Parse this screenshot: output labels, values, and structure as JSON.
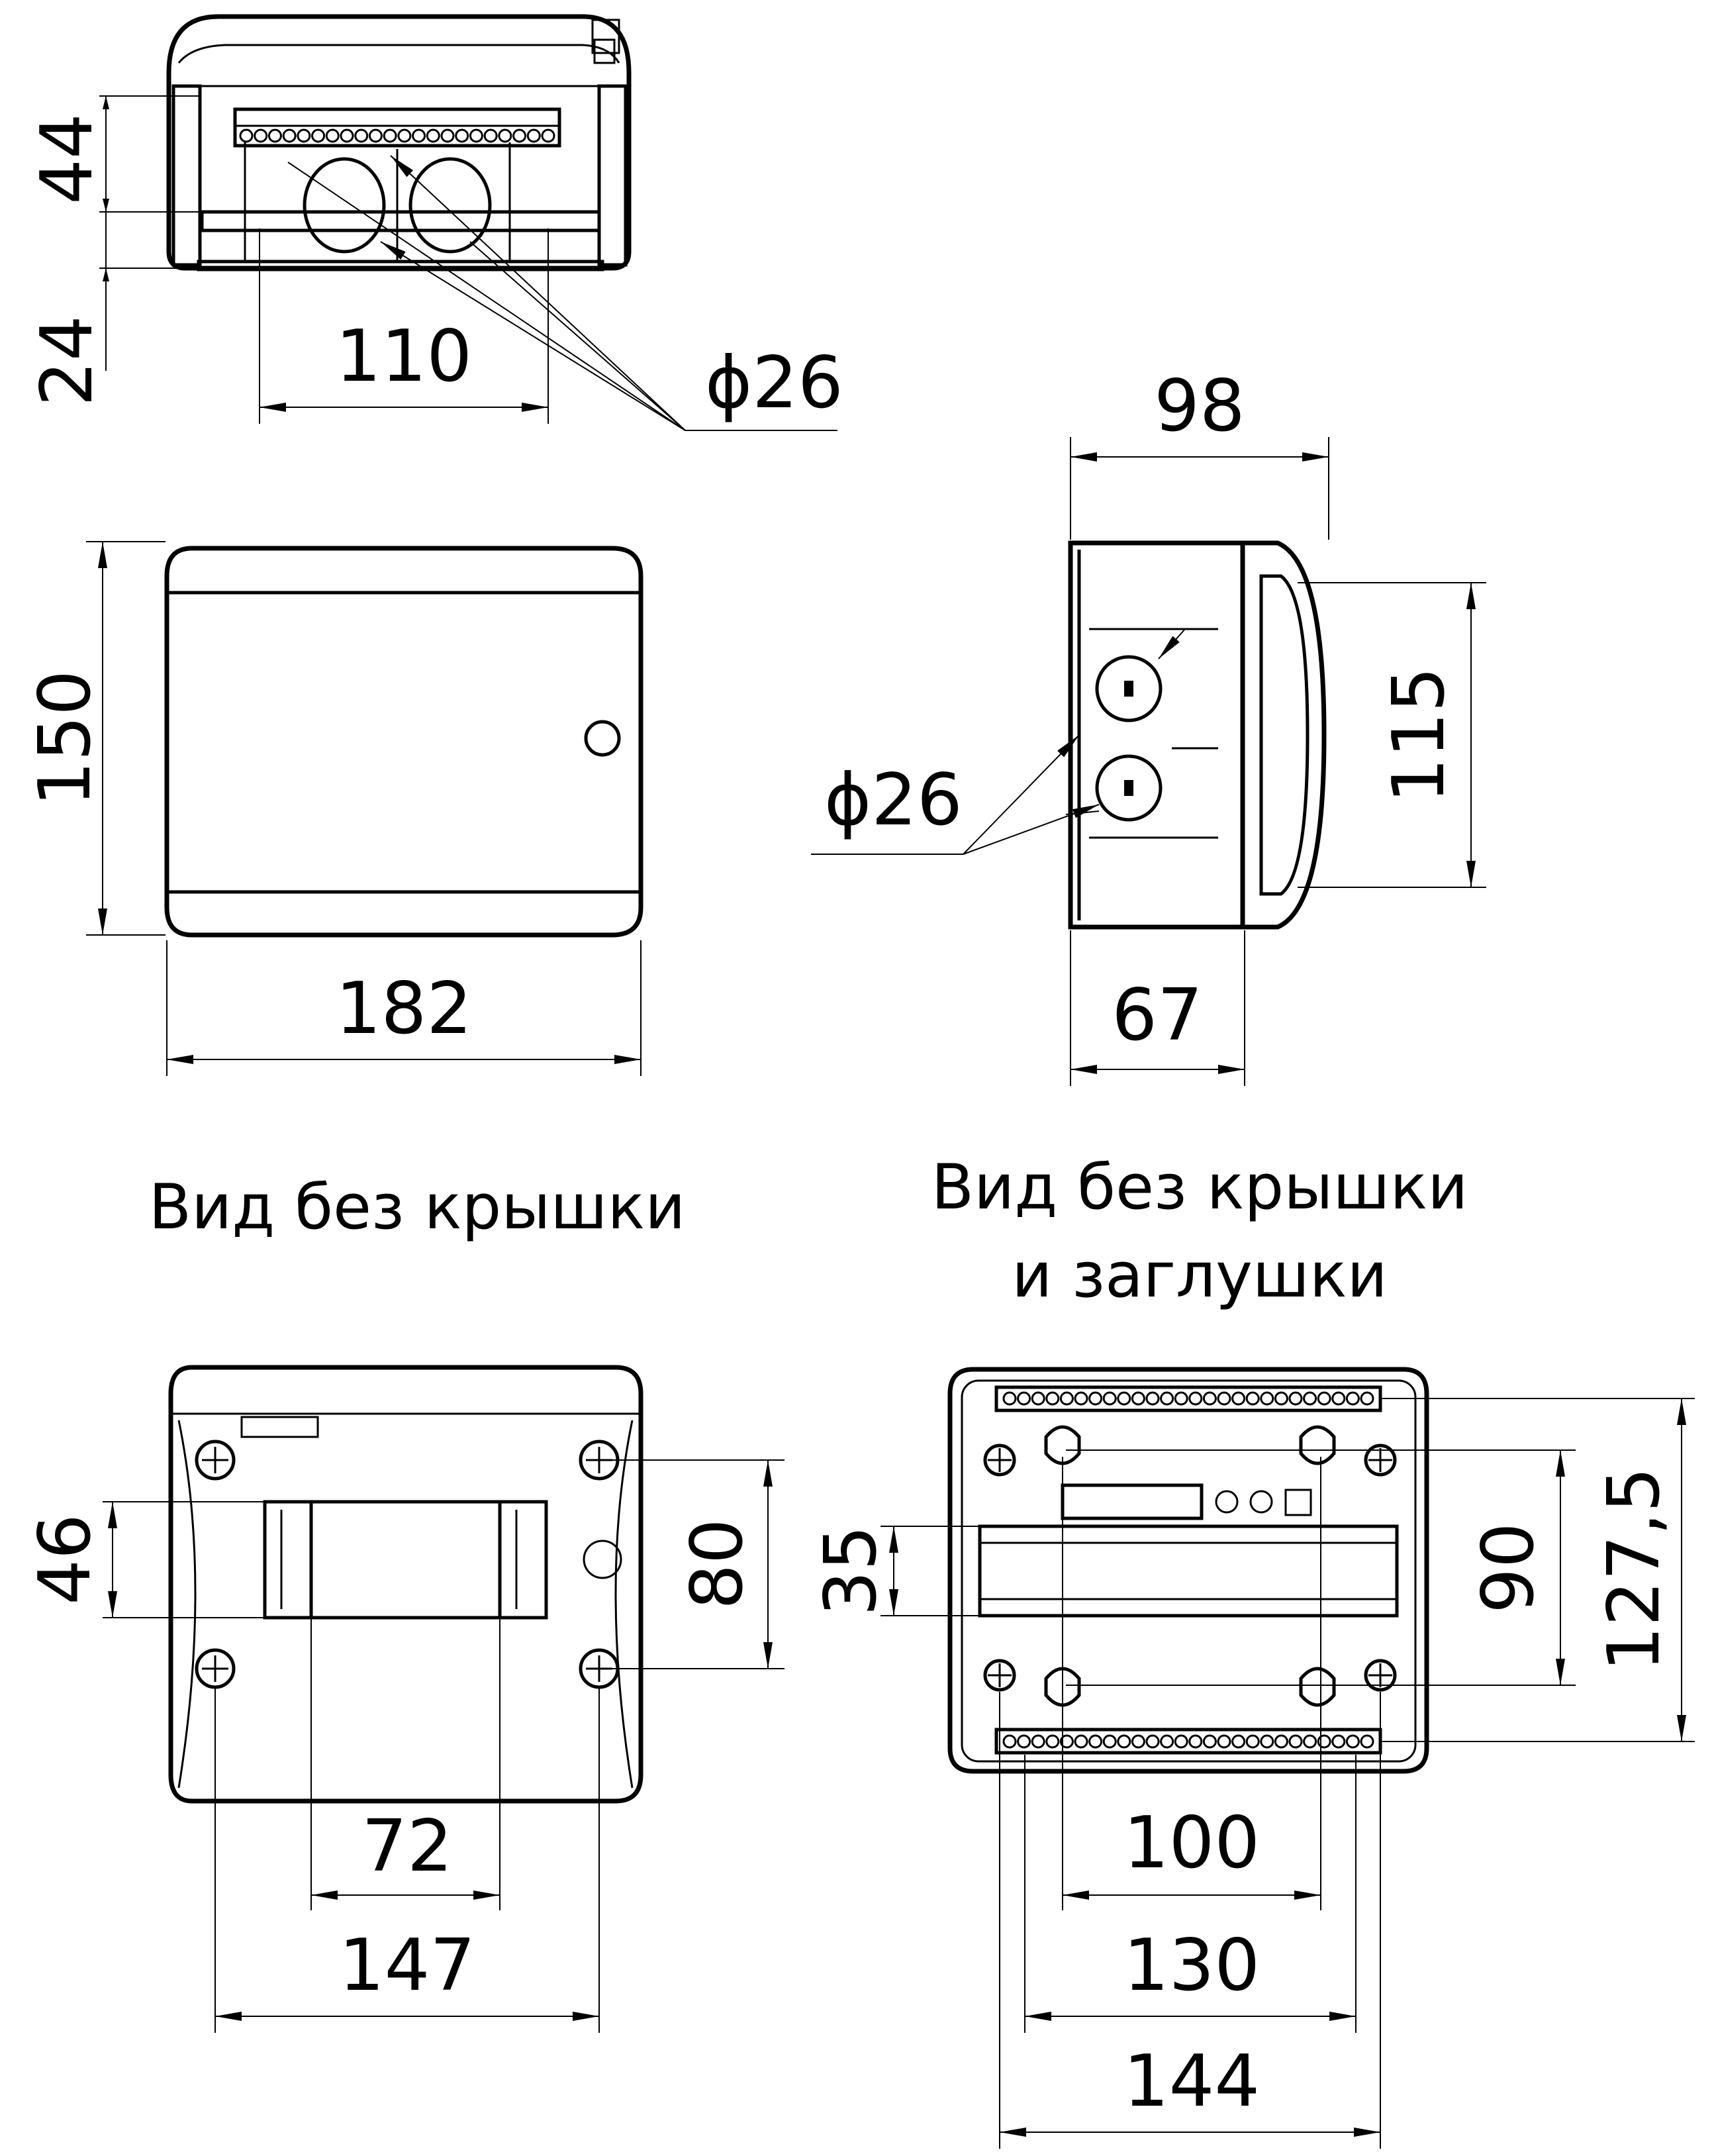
{
  "drawing": {
    "top_view": {
      "dim_height_upper": "44",
      "dim_height_lower": "24",
      "dim_width": "110",
      "dim_hole": "ϕ26"
    },
    "front_view": {
      "dim_height": "150",
      "dim_width": "182"
    },
    "side_view": {
      "dim_depth": "98",
      "dim_height": "115",
      "dim_hole": "ϕ26",
      "dim_base": "67"
    },
    "view_no_cover": {
      "caption": "Вид без крышки",
      "dim_rail": "46",
      "dim_holes_vertical": "80",
      "dim_rail_width": "72",
      "dim_holes_horizontal": "147"
    },
    "view_no_cover_no_plug": {
      "caption_line1": "Вид без крышки",
      "caption_line2": "и заглушки",
      "dim_rail": "35",
      "dim_holes_vertical": "90",
      "dim_total_vertical": "127,5",
      "dim_inner": "100",
      "dim_mid": "130",
      "dim_total": "144"
    }
  }
}
